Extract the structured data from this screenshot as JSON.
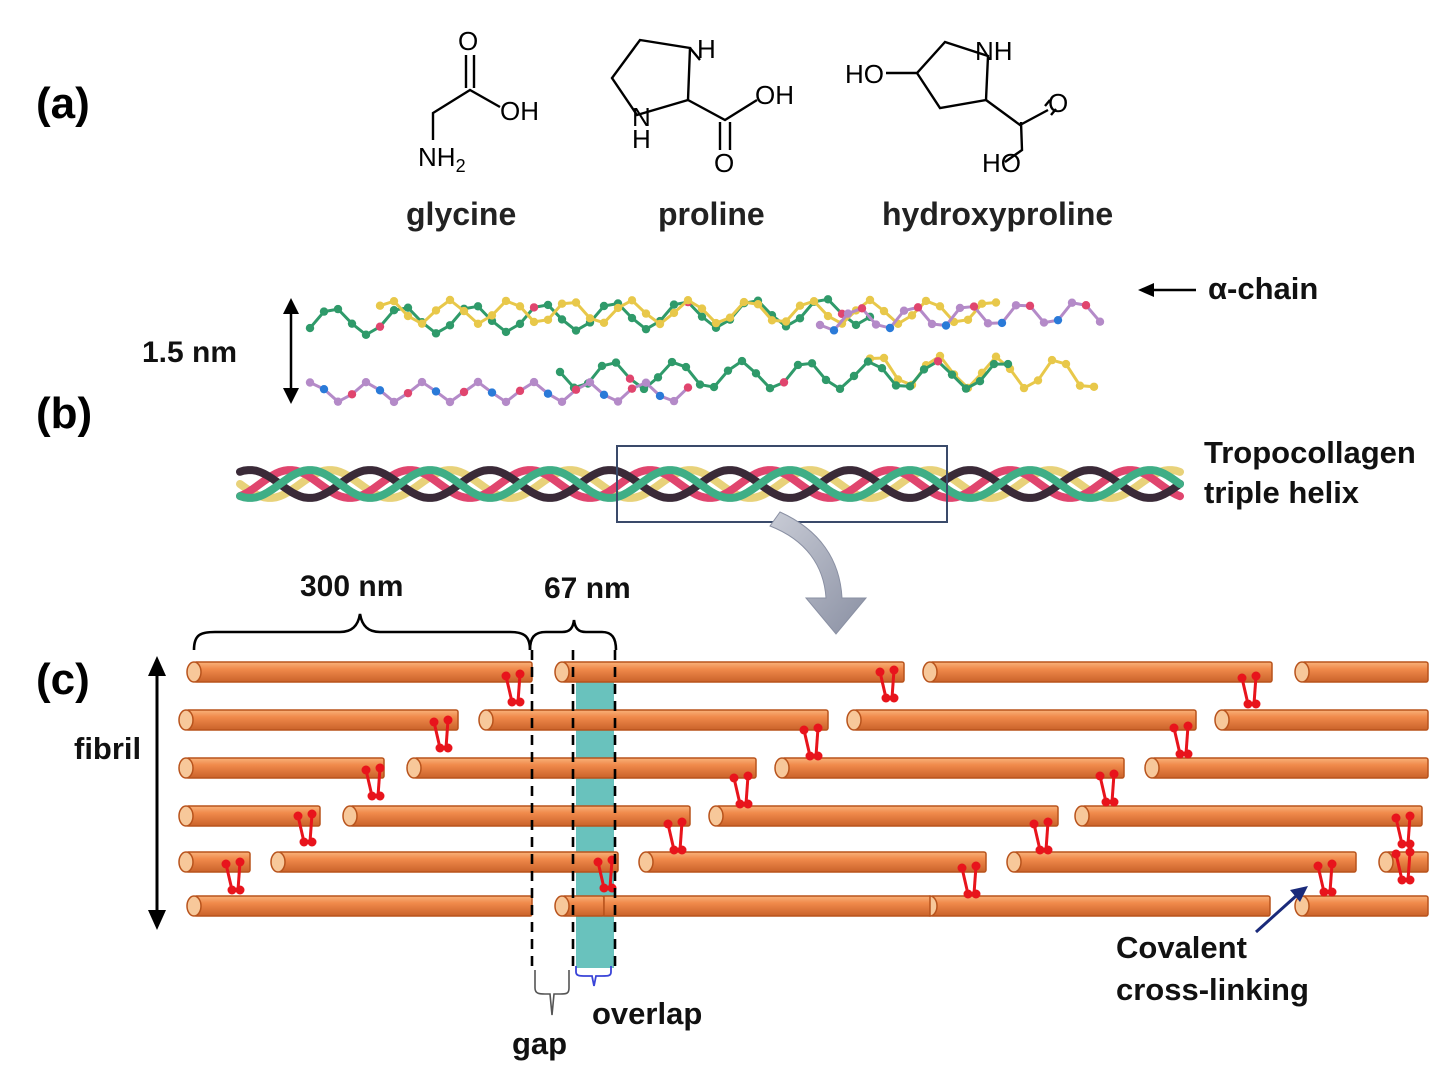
{
  "panels": {
    "a": "(a)",
    "b": "(b)",
    "c": "(c)"
  },
  "molecules": {
    "glycine": {
      "name": "glycine",
      "atoms": {
        "o": "O",
        "oh": "OH",
        "nh2": "NH2"
      }
    },
    "proline": {
      "name": "proline",
      "atoms": {
        "h": "H",
        "oh": "OH",
        "nh": "N",
        "nh_h": "H",
        "o": "O"
      }
    },
    "hydroxyproline": {
      "name": "hydroxyproline",
      "atoms": {
        "ho": "HO",
        "nh": "NH",
        "o": "O",
        "ho2": "HO"
      }
    }
  },
  "helix": {
    "width_label": "1.5 nm",
    "alpha_chain_label": "α-chain",
    "tropocollagen_line1": "Tropocollagen",
    "tropocollagen_line2": "triple helix"
  },
  "fibril": {
    "length_label": "300 nm",
    "period_label": "67 nm",
    "fibril_label": "fibril",
    "gap_label": "gap",
    "overlap_label": "overlap",
    "crosslink_line1": "Covalent",
    "crosslink_line2": "cross-linking"
  },
  "colors": {
    "rod": "#f08a4b",
    "rod_dark": "#b8531c",
    "rod_end": "#f7c89a",
    "crosslink": "#e8141c",
    "overlap_band": "#4fb7b2",
    "chain_green": "#2f9a6a",
    "chain_yellow": "#e8c84a",
    "chain_purple": "#b48ac8",
    "chain_pink": "#e0456e",
    "arrow_navy": "#1a2a7a",
    "bracket_blue": "#3a44d8"
  }
}
